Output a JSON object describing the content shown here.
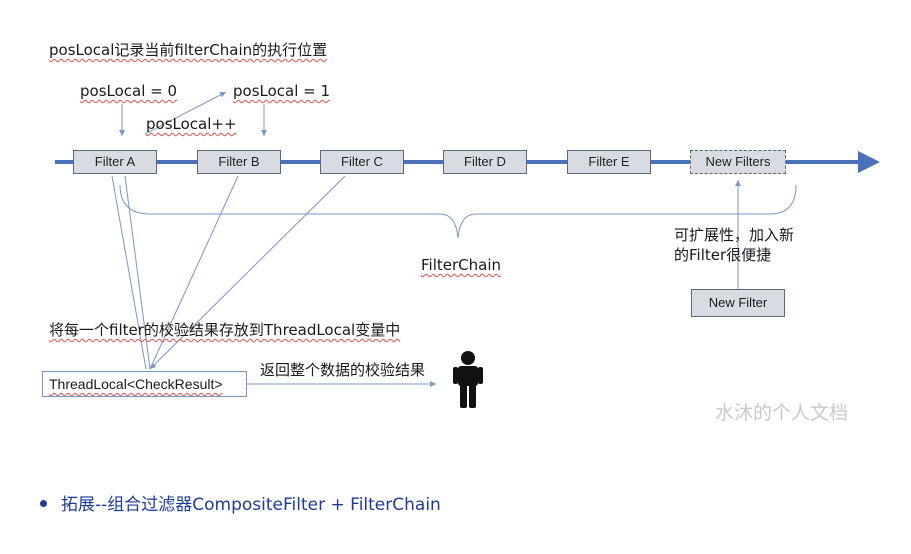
{
  "labels": {
    "pos_record": "posLocal记录当前filterChain的执行位置",
    "pos_zero": "posLocal = 0",
    "pos_one": "posLocal = 1",
    "pos_incr": "posLocal++",
    "chain_label": "FilterChain",
    "extensible_line1": "可扩展性，加入新",
    "extensible_line2": "的Filter很便捷",
    "store_results": "将每一个filter的校验结果存放到ThreadLocal变量中",
    "return_results": "返回整个数据的校验结果"
  },
  "filters": [
    {
      "label": "Filter A"
    },
    {
      "label": "Filter B"
    },
    {
      "label": "Filter C"
    },
    {
      "label": "Filter D"
    },
    {
      "label": "Filter E"
    },
    {
      "label": "New Filters"
    }
  ],
  "new_filter": {
    "label": "New Filter"
  },
  "thread_local": {
    "label": "ThreadLocal<CheckResult>"
  },
  "watermark": "水沐的个人文档",
  "bullet": {
    "text": "拓展--组合过滤器CompositeFilter + FilterChain"
  },
  "colors": {
    "main_arrow": "#4a72b8",
    "thin_line": "#7a96c8",
    "box_fill": "#d8dce2",
    "bullet_text": "#1f3b9a",
    "watermark": "#c9c9c9"
  }
}
